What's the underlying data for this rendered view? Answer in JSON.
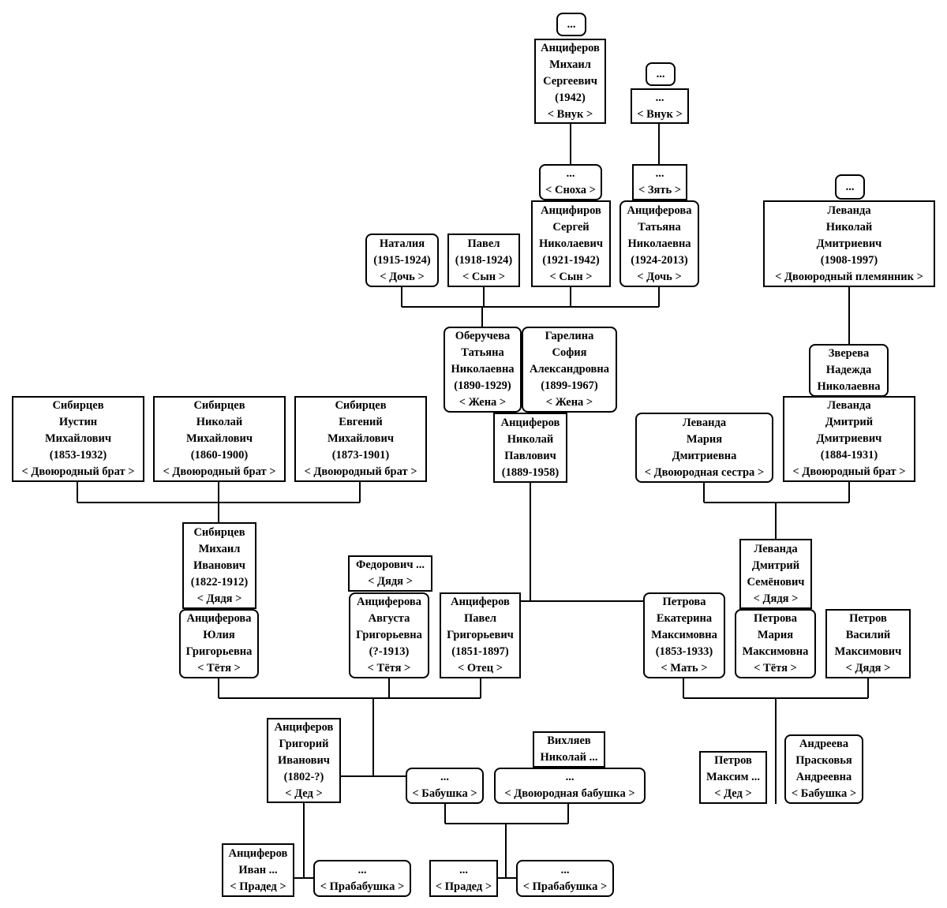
{
  "persons": [
    {
      "id": "more1",
      "lines": [
        "..."
      ]
    },
    {
      "id": "antsiferov-mikhail",
      "lines": [
        "Анциферов",
        "Михаил",
        "Сергеевич",
        "(1942)",
        "< Внук >"
      ]
    },
    {
      "id": "more2",
      "lines": [
        "..."
      ]
    },
    {
      "id": "grandson2",
      "lines": [
        "...",
        "< Внук >"
      ]
    },
    {
      "id": "daughter-in-law",
      "lines": [
        "...",
        "< Сноха >"
      ]
    },
    {
      "id": "son-in-law",
      "lines": [
        "...",
        "< Зять >"
      ]
    },
    {
      "id": "more3",
      "lines": [
        "..."
      ]
    },
    {
      "id": "natalia",
      "lines": [
        "Наталия",
        "(1915-1924)",
        "< Дочь >"
      ]
    },
    {
      "id": "pavel-son",
      "lines": [
        "Павел",
        "(1918-1924)",
        "< Сын >"
      ]
    },
    {
      "id": "antsifirov-sergei",
      "lines": [
        "Анцифиров",
        "Сергей",
        "Николаевич",
        "(1921-1942)",
        "< Сын >"
      ]
    },
    {
      "id": "antsiferova-tatyana",
      "lines": [
        "Анциферова",
        "Татьяна",
        "Николаевна",
        "(1924-2013)",
        "< Дочь >"
      ]
    },
    {
      "id": "levanda-nikolai",
      "lines": [
        "Леванда",
        "Николай",
        "Дмитриевич",
        "(1908-1997)",
        "< Двоюродный племянник >"
      ]
    },
    {
      "id": "oberucheva",
      "lines": [
        "Оберучева",
        "Татьяна",
        "Николаевна",
        "(1890-1929)",
        "< Жена >"
      ]
    },
    {
      "id": "garelina",
      "lines": [
        "Гарелина",
        "София",
        "Александровна",
        "(1899-1967)",
        "< Жена >"
      ]
    },
    {
      "id": "zvereva",
      "lines": [
        "Зверева",
        "Надежда",
        "Николаевна"
      ]
    },
    {
      "id": "sibirtsev-iustin",
      "lines": [
        "Сибирцев",
        "Иустин",
        "Михайлович",
        "(1853-1932)",
        "< Двоюродный брат >"
      ]
    },
    {
      "id": "sibirtsev-nikolai",
      "lines": [
        "Сибирцев",
        "Николай",
        "Михайлович",
        "(1860-1900)",
        "< Двоюродный брат >"
      ]
    },
    {
      "id": "sibirtsev-evgeny",
      "lines": [
        "Сибирцев",
        "Евгений",
        "Михайлович",
        "(1873-1901)",
        "< Двоюродный брат >"
      ]
    },
    {
      "id": "antsiferov-nikolai",
      "lines": [
        "Анциферов",
        "Николай",
        "Павлович",
        "(1889-1958)"
      ]
    },
    {
      "id": "levanda-maria",
      "lines": [
        "Леванда",
        "Мария",
        "Дмитриевна",
        "< Двоюродная сестра >"
      ]
    },
    {
      "id": "levanda-dmitry-d",
      "lines": [
        "Леванда",
        "Дмитрий",
        "Дмитриевич",
        "(1884-1931)",
        "< Двоюродный брат >"
      ]
    },
    {
      "id": "sibirtsev-mikhail",
      "lines": [
        "Сибирцев",
        "Михаил",
        "Иванович",
        "(1822-1912)",
        "< Дядя >"
      ]
    },
    {
      "id": "fedorovich",
      "lines": [
        "Федорович ...",
        "< Дядя >"
      ]
    },
    {
      "id": "levanda-dmitry-s",
      "lines": [
        "Леванда",
        "Дмитрий",
        "Семёнович",
        "< Дядя >"
      ]
    },
    {
      "id": "antsiferova-yulia",
      "lines": [
        "Анциферова",
        "Юлия",
        "Григорьевна",
        "< Тётя >"
      ]
    },
    {
      "id": "antsiferova-avgusta",
      "lines": [
        "Анциферова",
        "Августа",
        "Григорьевна",
        "(?-1913)",
        "< Тётя >"
      ]
    },
    {
      "id": "antsiferov-pavel",
      "lines": [
        "Анциферов",
        "Павел",
        "Григорьевич",
        "(1851-1897)",
        "< Отец >"
      ]
    },
    {
      "id": "petrova-ekaterina",
      "lines": [
        "Петрова",
        "Екатерина",
        "Максимовна",
        "(1853-1933)",
        "< Мать >"
      ]
    },
    {
      "id": "petrova-maria",
      "lines": [
        "Петрова",
        "Мария",
        "Максимовна",
        "< Тётя >"
      ]
    },
    {
      "id": "petrov-vasily",
      "lines": [
        "Петров",
        "Василий",
        "Максимович",
        "< Дядя >"
      ]
    },
    {
      "id": "antsiferov-grigory",
      "lines": [
        "Анциферов",
        "Григорий",
        "Иванович",
        "(1802-?)",
        "< Дед >"
      ]
    },
    {
      "id": "vikhlyaev",
      "lines": [
        "Вихляев",
        "Николай ..."
      ]
    },
    {
      "id": "grandmother",
      "lines": [
        "...",
        "< Бабушка >"
      ]
    },
    {
      "id": "cousin-grandmother",
      "lines": [
        "...",
        "< Двоюродная бабушка >"
      ]
    },
    {
      "id": "petrov-maksim",
      "lines": [
        "Петров",
        "Максим ...",
        "< Дед >"
      ]
    },
    {
      "id": "andreeva",
      "lines": [
        "Андреева",
        "Прасковья",
        "Андреевна",
        "< Бабушка >"
      ]
    },
    {
      "id": "antsiferov-ivan",
      "lines": [
        "Анциферов",
        "Иван ...",
        "< Прадед >"
      ]
    },
    {
      "id": "great-grandmother1",
      "lines": [
        "...",
        "< Прабабушка >"
      ]
    },
    {
      "id": "great-grandfather2",
      "lines": [
        "...",
        "< Прадед >"
      ]
    },
    {
      "id": "great-grandmother2",
      "lines": [
        "...",
        "< Прабабушка >"
      ]
    }
  ]
}
